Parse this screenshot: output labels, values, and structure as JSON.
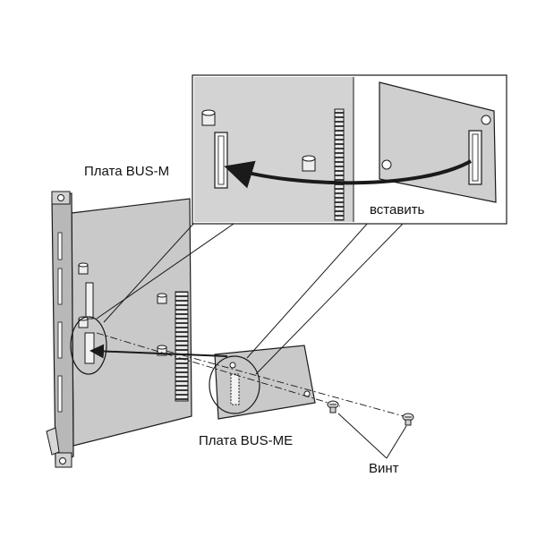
{
  "labels": {
    "board_bus_m": "Плата BUS-M",
    "insert": "вставить",
    "board_bus_me": "Плата BUS-ME",
    "screw": "Винт"
  },
  "colors": {
    "board_fill": "#c9c9c9",
    "inset_fill": "#d3d3d3",
    "outline": "#1a1a1a",
    "connector": "#f2f2f2"
  }
}
